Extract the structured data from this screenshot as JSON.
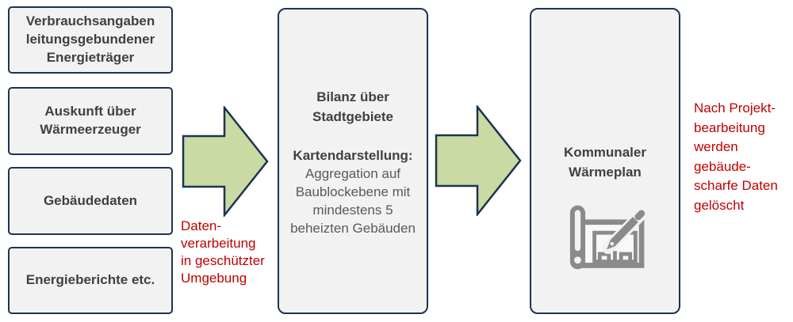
{
  "colors": {
    "box_fill": "#f2f2f2",
    "box_border": "#1e3255",
    "arrow_fill": "#c9daa2",
    "title_text": "#404040",
    "body_text": "#595959",
    "caption_red": "#c00000",
    "icon_gray": "#8a8a8a"
  },
  "inputs": [
    {
      "label": "Verbrauchsangaben\nleitungsgebundener\nEnergieträger"
    },
    {
      "label": "Auskunft über\nWärmeerzeuger"
    },
    {
      "label": "Gebäudedaten"
    },
    {
      "label": "Energieberichte etc."
    }
  ],
  "process_box": {
    "title": "Bilanz über\nStadtgebiete",
    "subtitle": "Kartendarstellung:",
    "body": "Aggregation auf\nBaublockebene mit\nmindestens 5\nbeheizten Gebäuden"
  },
  "output_box": {
    "title": "Kommunaler\nWärmeplan",
    "icon": "blueprint-pencil-icon"
  },
  "captions": {
    "processing": "Daten-\nverarbeitung\nin geschützter\nUmgebung",
    "deletion": "Nach Projekt-\nbearbeitung\nwerden\ngebäude-\nscharfe Daten\ngelöscht"
  }
}
